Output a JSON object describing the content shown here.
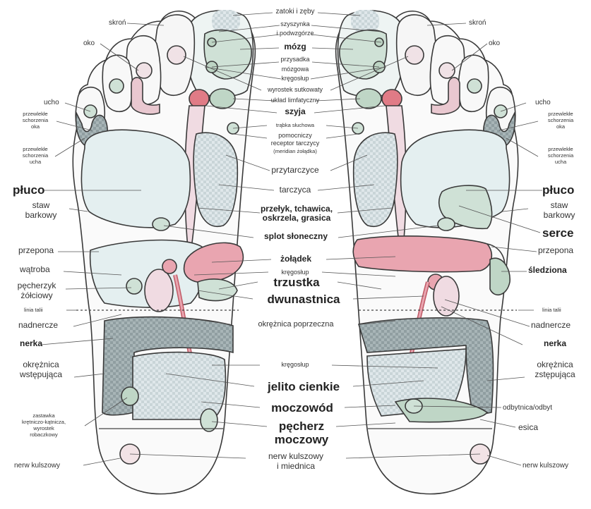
{
  "labels": {
    "zatoki": "zatoki i zęby",
    "szyszynka": "szyszynka",
    "podwzgorze": "i podwzgórze",
    "mozg": "mózg",
    "przysadka": "przysadka",
    "mozgowa": "mózgowa",
    "kregoslup_top": "kręgosłup",
    "wyrostek_sutkowaty": "wyrostek sutkowaty",
    "uklad_limfatyczny": "układ limfatyczny",
    "szyja": "szyja",
    "trabka": "trąbka słuchowa",
    "pomocniczy": "pomocniczy",
    "receptor": "receptor tarczycy",
    "meridian": "(meridian żołądka)",
    "przytarczyce": "przytarczyce",
    "tarczyca": "tarczyca",
    "przelyk": "przełyk, tchawica,",
    "oskrzela": "oskrzela, grasica",
    "splot": "splot słoneczny",
    "zoladek": "żołądek",
    "kregoslup_mid": "kręgosłup",
    "trzustka": "trzustka",
    "dwunastnica": "dwunastnica",
    "okreznica_poprzeczna": "okrężnica poprzeczna",
    "kregoslup_low": "kręgosłup",
    "jelito": "jelito cienkie",
    "moczowod": "moczowód",
    "pecherz": "pęcherz",
    "moczowy": "moczowy",
    "nerw_c1": "nerw kulszowy",
    "nerw_c2": "i miednica",
    "left": {
      "skron": "skroń",
      "oko": "oko",
      "ucho": "ucho",
      "przewlekle_oka_1": "przewlekłe",
      "przewlekle_oka_2": "schorzenia",
      "przewlekle_oka_3": "oka",
      "przewlekle_ucha_1": "przewlekłe",
      "przewlekle_ucha_2": "schorzenia",
      "przewlekle_ucha_3": "ucha",
      "pluco": "płuco",
      "staw": "staw",
      "barkowy": "barkowy",
      "przepona": "przepona",
      "watroba": "wątroba",
      "pecherzyk": "pęcherzyk",
      "zolciowy": "żółciowy",
      "linia": "linia talii",
      "nadnercze": "nadnercze",
      "nerka": "nerka",
      "okreznica": "okrężnica",
      "wstepujaca": "wstępująca",
      "zastawka_1": "zastawka",
      "zastawka_2": "krętniczo-kątnicza,",
      "zastawka_3": "wyrostek",
      "zastawka_4": "robaczkowy",
      "nerw": "nerw kulszowy"
    },
    "right": {
      "skron": "skroń",
      "oko": "oko",
      "ucho": "ucho",
      "przewlekle_oka_1": "przewlekłe",
      "przewlekle_oka_2": "schorzenia",
      "przewlekle_oka_3": "oka",
      "przewlekle_ucha_1": "przewlekłe",
      "przewlekle_ucha_2": "schorzenia",
      "przewlekle_ucha_3": "ucha",
      "pluco": "płuco",
      "staw": "staw",
      "barkowy": "barkowy",
      "serce": "serce",
      "przepona": "przepona",
      "sledziona": "śledziona",
      "linia": "linia talii",
      "nadnercze": "nadnercze",
      "nerka": "nerka",
      "okreznica": "okrężnica",
      "zstepujaca": "zstępująca",
      "odbytnica": "odbytnica/odbyt",
      "esica": "esica",
      "nerw": "nerw kulszowy"
    }
  },
  "colors": {
    "outline": "#3a3a3a",
    "lung": "#e4eff0",
    "pink": "#e9b9c3",
    "red": "#e07b86",
    "green": "#bfd6c6",
    "greenDark": "#8fb09c",
    "grey": "#a9b4b6",
    "lightblue": "#dde9ee"
  }
}
